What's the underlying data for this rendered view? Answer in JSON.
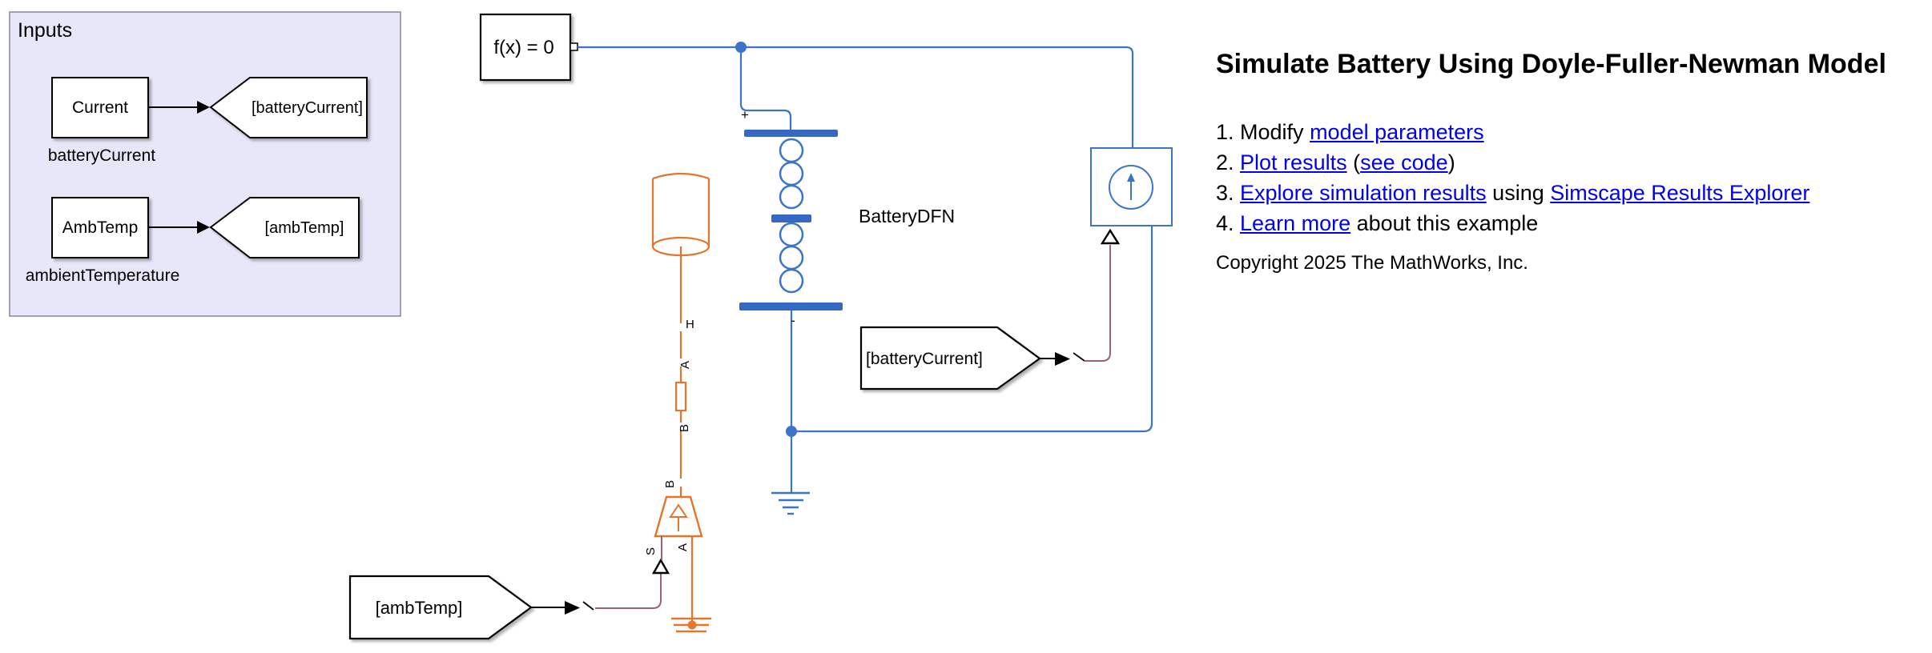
{
  "colors": {
    "wire_blue": "#3B74C8",
    "battery_blue": "#3568C2",
    "orange": "#E5752C",
    "signal_maroon": "#9A646E",
    "link_blue": "#0000EE",
    "panel_fill": "#E7E7F9",
    "panel_border": "#85859B"
  },
  "inputs_panel": {
    "title": "Inputs",
    "rows": [
      {
        "block_label": "Current",
        "block_name": "batteryCurrent",
        "goto_tag": "[batteryCurrent]"
      },
      {
        "block_label": "AmbTemp",
        "block_name": "ambientTemperature",
        "goto_tag": "[ambTemp]"
      }
    ]
  },
  "solver": {
    "label": "f(x) = 0"
  },
  "battery": {
    "name": "BatteryDFN",
    "plus_label": "+",
    "minus_label": "-"
  },
  "thermal_ports": {
    "h": "H",
    "a": "A",
    "b": "B",
    "b2": "B",
    "s": "S",
    "a2": "A"
  },
  "from_tags": {
    "battery_current": "[batteryCurrent]",
    "amb_temp": "[ambTemp]"
  },
  "description": {
    "title": "Simulate Battery Using Doyle-Fuller-Newman Model",
    "items": [
      {
        "segments": [
          {
            "text": "1. "
          },
          {
            "text": "Modify "
          },
          {
            "text": "model parameters",
            "link": true
          }
        ]
      },
      {
        "segments": [
          {
            "text": "2. "
          },
          {
            "text": "Plot results",
            "link": true
          },
          {
            "text": " ("
          },
          {
            "text": "see code",
            "link": true
          },
          {
            "text": ")"
          }
        ]
      },
      {
        "segments": [
          {
            "text": "3. "
          },
          {
            "text": "Explore simulation results",
            "link": true
          },
          {
            "text": " using "
          },
          {
            "text": "Simscape Results Explorer",
            "link": true
          }
        ]
      },
      {
        "segments": [
          {
            "text": "4. "
          },
          {
            "text": "Learn more",
            "link": true
          },
          {
            "text": " about this example"
          }
        ]
      }
    ],
    "copyright": "Copyright 2025 The MathWorks, Inc."
  }
}
